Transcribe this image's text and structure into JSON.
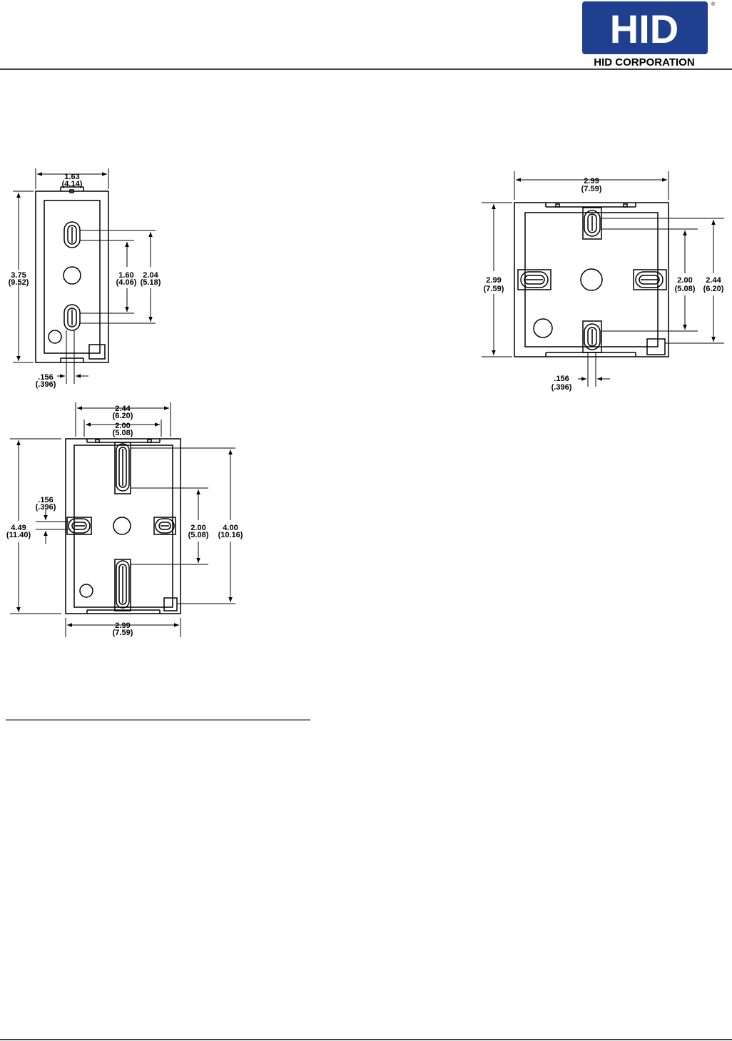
{
  "header": {
    "logo_text": "HID",
    "logo_mark": "®",
    "company": "HID CORPORATION",
    "logo_color": "#1f3f8f"
  },
  "drawings": {
    "small": {
      "width": "1.63",
      "width_cm": "(4.14)",
      "height": "3.75",
      "height_cm": "(9.52)",
      "inner_spacing": "1.60",
      "inner_spacing_cm": "(4.06)",
      "outer_spacing": "2.04",
      "outer_spacing_cm": "(5.18)",
      "offset": ".156",
      "offset_cm": "(.396)"
    },
    "square": {
      "width": "2.99",
      "width_cm": "(7.59)",
      "height": "2.99",
      "height_cm": "(7.59)",
      "inner_spacing": "2.00",
      "inner_spacing_cm": "(5.08)",
      "outer_spacing": "2.44",
      "outer_spacing_cm": "(6.20)",
      "offset": ".156",
      "offset_cm": "(.396)"
    },
    "large": {
      "top_outer": "2.44",
      "top_outer_cm": "(6.20)",
      "top_inner": "2.00",
      "top_inner_cm": "(5.08)",
      "offset": ".156",
      "offset_cm": "(.396)",
      "height": "4.49",
      "height_cm": "(11.40)",
      "mid_spacing": "2.00",
      "mid_spacing_cm": "(5.08)",
      "outer_spacing": "4.00",
      "outer_spacing_cm": "(10.16)",
      "width": "2.99",
      "width_cm": "(7.59)"
    }
  }
}
